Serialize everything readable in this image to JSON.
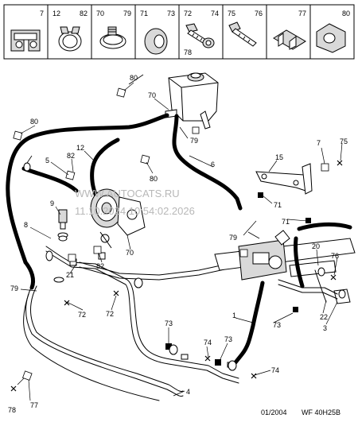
{
  "parts_header": [
    {
      "ref": "7",
      "sub": ""
    },
    {
      "ref": "12",
      "sub": "82"
    },
    {
      "ref": "70",
      "sub": "79"
    },
    {
      "ref": "71",
      "sub": "73"
    },
    {
      "ref": "72",
      "sub": "74"
    },
    {
      "ref": "75",
      "sub": "76"
    },
    {
      "ref": "77",
      "sub": ""
    },
    {
      "ref": "80",
      "sub": ""
    }
  ],
  "header_extra_label": "78",
  "callouts": {
    "c80a": "80",
    "c70a": "70",
    "c79a": "79",
    "c80b": "80",
    "c12": "12",
    "c5": "5",
    "c82a": "82",
    "c80c": "80",
    "c6": "6",
    "c7": "7",
    "c75": "75",
    "c15": "15",
    "c9": "9",
    "c8": "8",
    "c71a": "71",
    "c71b": "71",
    "c79b": "79",
    "c20": "20",
    "c76": "76",
    "c21": "21",
    "c82b": "82",
    "c70b": "70",
    "c79c": "79",
    "c72a": "72",
    "c72b": "72",
    "c1": "1",
    "c73a": "73",
    "c22": "22",
    "c3": "3",
    "c73b": "73",
    "c74a": "74",
    "c73c": "73",
    "c74b": "74",
    "c4": "4",
    "c78": "78",
    "c77": "77"
  },
  "watermark": {
    "line1": "WWW.AUTOCATS.RU",
    "line2": "11.10.2024 10:54:02.2026"
  },
  "footer": {
    "date": "01/2004",
    "code": "WF 40H25B"
  }
}
